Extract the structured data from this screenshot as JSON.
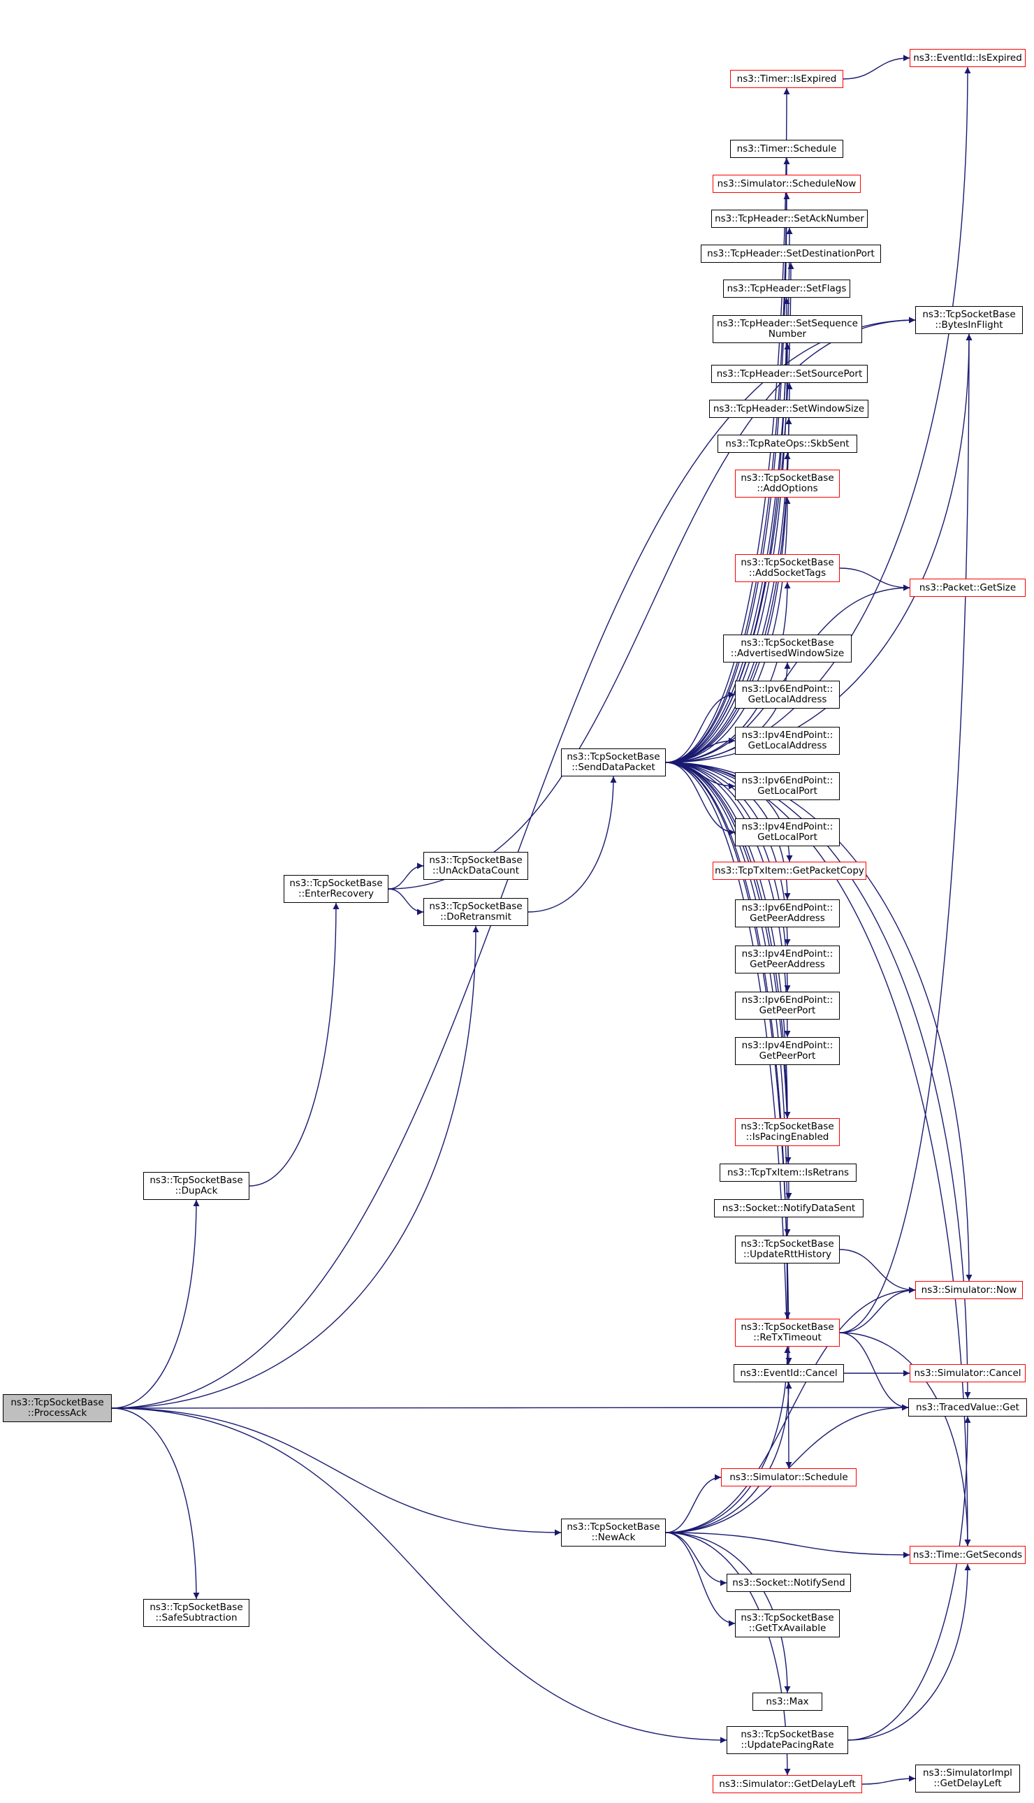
{
  "diagram": {
    "nodes": [
      {
        "id": "ProcessAck",
        "line1": "ns3::TcpSocketBase",
        "line2": "::ProcessAck",
        "style": "root"
      },
      {
        "id": "DupAck",
        "line1": "ns3::TcpSocketBase",
        "line2": "::DupAck",
        "style": "black"
      },
      {
        "id": "SafeSubtraction",
        "line1": "ns3::TcpSocketBase",
        "line2": "::SafeSubtraction",
        "style": "black"
      },
      {
        "id": "EnterRecovery",
        "line1": "ns3::TcpSocketBase",
        "line2": "::EnterRecovery",
        "style": "black"
      },
      {
        "id": "UnAckDataCount",
        "line1": "ns3::TcpSocketBase",
        "line2": "::UnAckDataCount",
        "style": "black"
      },
      {
        "id": "DoRetransmit",
        "line1": "ns3::TcpSocketBase",
        "line2": "::DoRetransmit",
        "style": "black"
      },
      {
        "id": "SendDataPacket",
        "line1": "ns3::TcpSocketBase",
        "line2": "::SendDataPacket",
        "style": "black"
      },
      {
        "id": "NewAck",
        "line1": "ns3::TcpSocketBase",
        "line2": "::NewAck",
        "style": "black"
      },
      {
        "id": "TimerIsExpired",
        "line1": "ns3::Timer::IsExpired",
        "line2": "",
        "style": "red"
      },
      {
        "id": "TimerSchedule",
        "line1": "ns3::Timer::Schedule",
        "line2": "",
        "style": "black"
      },
      {
        "id": "SimScheduleNow",
        "line1": "ns3::Simulator::ScheduleNow",
        "line2": "",
        "style": "red"
      },
      {
        "id": "SetAckNumber",
        "line1": "ns3::TcpHeader::SetAckNumber",
        "line2": "",
        "style": "black"
      },
      {
        "id": "SetDestinationPort",
        "line1": "ns3::TcpHeader::SetDestinationPort",
        "line2": "",
        "style": "black"
      },
      {
        "id": "SetFlags",
        "line1": "ns3::TcpHeader::SetFlags",
        "line2": "",
        "style": "black"
      },
      {
        "id": "SetSequenceNumber",
        "line1": "ns3::TcpHeader::SetSequence",
        "line2": "Number",
        "style": "black"
      },
      {
        "id": "SetSourcePort",
        "line1": "ns3::TcpHeader::SetSourcePort",
        "line2": "",
        "style": "black"
      },
      {
        "id": "SetWindowSize",
        "line1": "ns3::TcpHeader::SetWindowSize",
        "line2": "",
        "style": "black"
      },
      {
        "id": "SkbSent",
        "line1": "ns3::TcpRateOps::SkbSent",
        "line2": "",
        "style": "black"
      },
      {
        "id": "AddOptions",
        "line1": "ns3::TcpSocketBase",
        "line2": "::AddOptions",
        "style": "red"
      },
      {
        "id": "AddSocketTags",
        "line1": "ns3::TcpSocketBase",
        "line2": "::AddSocketTags",
        "style": "red"
      },
      {
        "id": "AdvertisedWindowSize",
        "line1": "ns3::TcpSocketBase",
        "line2": "::AdvertisedWindowSize",
        "style": "black"
      },
      {
        "id": "Ipv6GetLocalAddress",
        "line1": "ns3::Ipv6EndPoint::",
        "line2": "GetLocalAddress",
        "style": "black"
      },
      {
        "id": "Ipv4GetLocalAddress",
        "line1": "ns3::Ipv4EndPoint::",
        "line2": "GetLocalAddress",
        "style": "black"
      },
      {
        "id": "Ipv6GetLocalPort",
        "line1": "ns3::Ipv6EndPoint::",
        "line2": "GetLocalPort",
        "style": "black"
      },
      {
        "id": "Ipv4GetLocalPort",
        "line1": "ns3::Ipv4EndPoint::",
        "line2": "GetLocalPort",
        "style": "black"
      },
      {
        "id": "GetPacketCopy",
        "line1": "ns3::TcpTxItem::GetPacketCopy",
        "line2": "",
        "style": "red"
      },
      {
        "id": "Ipv6GetPeerAddress",
        "line1": "ns3::Ipv6EndPoint::",
        "line2": "GetPeerAddress",
        "style": "black"
      },
      {
        "id": "Ipv4GetPeerAddress",
        "line1": "ns3::Ipv4EndPoint::",
        "line2": "GetPeerAddress",
        "style": "black"
      },
      {
        "id": "Ipv6GetPeerPort",
        "line1": "ns3::Ipv6EndPoint::",
        "line2": "GetPeerPort",
        "style": "black"
      },
      {
        "id": "Ipv4GetPeerPort",
        "line1": "ns3::Ipv4EndPoint::",
        "line2": "GetPeerPort",
        "style": "black"
      },
      {
        "id": "IsPacingEnabled",
        "line1": "ns3::TcpSocketBase",
        "line2": "::IsPacingEnabled",
        "style": "red"
      },
      {
        "id": "IsRetrans",
        "line1": "ns3::TcpTxItem::IsRetrans",
        "line2": "",
        "style": "black"
      },
      {
        "id": "NotifyDataSent",
        "line1": "ns3::Socket::NotifyDataSent",
        "line2": "",
        "style": "black"
      },
      {
        "id": "UpdateRttHistory",
        "line1": "ns3::TcpSocketBase",
        "line2": "::UpdateRttHistory",
        "style": "black"
      },
      {
        "id": "ReTxTimeout",
        "line1": "ns3::TcpSocketBase",
        "line2": "::ReTxTimeout",
        "style": "red"
      },
      {
        "id": "EventIdCancel",
        "line1": "ns3::EventId::Cancel",
        "line2": "",
        "style": "black"
      },
      {
        "id": "SimSchedule",
        "line1": "ns3::Simulator::Schedule",
        "line2": "",
        "style": "red"
      },
      {
        "id": "NotifySend",
        "line1": "ns3::Socket::NotifySend",
        "line2": "",
        "style": "black"
      },
      {
        "id": "GetTxAvailable",
        "line1": "ns3::TcpSocketBase",
        "line2": "::GetTxAvailable",
        "style": "black"
      },
      {
        "id": "Max",
        "line1": "ns3::Max",
        "line2": "",
        "style": "black"
      },
      {
        "id": "UpdatePacingRate",
        "line1": "ns3::TcpSocketBase",
        "line2": "::UpdatePacingRate",
        "style": "black"
      },
      {
        "id": "SimGetDelayLeft",
        "line1": "ns3::Simulator::GetDelayLeft",
        "line2": "",
        "style": "red"
      },
      {
        "id": "EventIdIsExpired",
        "line1": "ns3::EventId::IsExpired",
        "line2": "",
        "style": "red"
      },
      {
        "id": "BytesInFlight",
        "line1": "ns3::TcpSocketBase",
        "line2": "::BytesInFlight",
        "style": "black"
      },
      {
        "id": "PacketGetSize",
        "line1": "ns3::Packet::GetSize",
        "line2": "",
        "style": "red"
      },
      {
        "id": "SimNow",
        "line1": "ns3::Simulator::Now",
        "line2": "",
        "style": "red"
      },
      {
        "id": "SimCancel",
        "line1": "ns3::Simulator::Cancel",
        "line2": "",
        "style": "red"
      },
      {
        "id": "TracedValueGet",
        "line1": "ns3::TracedValue::Get",
        "line2": "",
        "style": "black"
      },
      {
        "id": "TimeGetSeconds",
        "line1": "ns3::Time::GetSeconds",
        "line2": "",
        "style": "red"
      },
      {
        "id": "ImplGetDelayLeft",
        "line1": "ns3::SimulatorImpl",
        "line2": "::GetDelayLeft",
        "style": "black"
      }
    ],
    "edges": [
      [
        "ProcessAck",
        "DupAck"
      ],
      [
        "ProcessAck",
        "SafeSubtraction"
      ],
      [
        "ProcessAck",
        "DoRetransmit"
      ],
      [
        "ProcessAck",
        "NewAck"
      ],
      [
        "ProcessAck",
        "TracedValueGet"
      ],
      [
        "ProcessAck",
        "BytesInFlight"
      ],
      [
        "ProcessAck",
        "UpdatePacingRate"
      ],
      [
        "DupAck",
        "EnterRecovery"
      ],
      [
        "EnterRecovery",
        "UnAckDataCount"
      ],
      [
        "EnterRecovery",
        "DoRetransmit"
      ],
      [
        "EnterRecovery",
        "BytesInFlight"
      ],
      [
        "DoRetransmit",
        "SendDataPacket"
      ],
      [
        "SendDataPacket",
        "TimerIsExpired"
      ],
      [
        "SendDataPacket",
        "TimerSchedule"
      ],
      [
        "SendDataPacket",
        "SimScheduleNow"
      ],
      [
        "SendDataPacket",
        "SetAckNumber"
      ],
      [
        "SendDataPacket",
        "SetDestinationPort"
      ],
      [
        "SendDataPacket",
        "SetFlags"
      ],
      [
        "SendDataPacket",
        "SetSequenceNumber"
      ],
      [
        "SendDataPacket",
        "SetSourcePort"
      ],
      [
        "SendDataPacket",
        "SetWindowSize"
      ],
      [
        "SendDataPacket",
        "SkbSent"
      ],
      [
        "SendDataPacket",
        "AddOptions"
      ],
      [
        "SendDataPacket",
        "AddSocketTags"
      ],
      [
        "SendDataPacket",
        "AdvertisedWindowSize"
      ],
      [
        "SendDataPacket",
        "Ipv6GetLocalAddress"
      ],
      [
        "SendDataPacket",
        "Ipv4GetLocalAddress"
      ],
      [
        "SendDataPacket",
        "Ipv6GetLocalPort"
      ],
      [
        "SendDataPacket",
        "Ipv4GetLocalPort"
      ],
      [
        "SendDataPacket",
        "GetPacketCopy"
      ],
      [
        "SendDataPacket",
        "Ipv6GetPeerAddress"
      ],
      [
        "SendDataPacket",
        "Ipv4GetPeerAddress"
      ],
      [
        "SendDataPacket",
        "Ipv6GetPeerPort"
      ],
      [
        "SendDataPacket",
        "Ipv4GetPeerPort"
      ],
      [
        "SendDataPacket",
        "IsPacingEnabled"
      ],
      [
        "SendDataPacket",
        "IsRetrans"
      ],
      [
        "SendDataPacket",
        "NotifyDataSent"
      ],
      [
        "SendDataPacket",
        "UpdateRttHistory"
      ],
      [
        "SendDataPacket",
        "ReTxTimeout"
      ],
      [
        "SendDataPacket",
        "EventIdCancel"
      ],
      [
        "SendDataPacket",
        "SimSchedule"
      ],
      [
        "SendDataPacket",
        "EventIdIsExpired"
      ],
      [
        "SendDataPacket",
        "BytesInFlight"
      ],
      [
        "SendDataPacket",
        "PacketGetSize"
      ],
      [
        "SendDataPacket",
        "SimNow"
      ],
      [
        "SendDataPacket",
        "TracedValueGet"
      ],
      [
        "SendDataPacket",
        "TimeGetSeconds"
      ],
      [
        "NewAck",
        "ReTxTimeout"
      ],
      [
        "NewAck",
        "EventIdCancel"
      ],
      [
        "NewAck",
        "SimSchedule"
      ],
      [
        "NewAck",
        "NotifySend"
      ],
      [
        "NewAck",
        "GetTxAvailable"
      ],
      [
        "NewAck",
        "Max"
      ],
      [
        "NewAck",
        "SimGetDelayLeft"
      ],
      [
        "NewAck",
        "SimNow"
      ],
      [
        "NewAck",
        "TracedValueGet"
      ],
      [
        "NewAck",
        "TimeGetSeconds"
      ],
      [
        "TimerIsExpired",
        "EventIdIsExpired"
      ],
      [
        "AddSocketTags",
        "PacketGetSize"
      ],
      [
        "UpdateRttHistory",
        "SimNow"
      ],
      [
        "ReTxTimeout",
        "BytesInFlight"
      ],
      [
        "ReTxTimeout",
        "SimNow"
      ],
      [
        "ReTxTimeout",
        "TracedValueGet"
      ],
      [
        "ReTxTimeout",
        "TimeGetSeconds"
      ],
      [
        "EventIdCancel",
        "SimCancel"
      ],
      [
        "UpdatePacingRate",
        "TracedValueGet"
      ],
      [
        "UpdatePacingRate",
        "TimeGetSeconds"
      ],
      [
        "SimGetDelayLeft",
        "ImplGetDelayLeft"
      ]
    ],
    "colors": {
      "edge": "#191970",
      "border": "#000000",
      "red_border": "#ff0000",
      "root_fill": "#bfbfbf",
      "background": "#ffffff"
    }
  }
}
